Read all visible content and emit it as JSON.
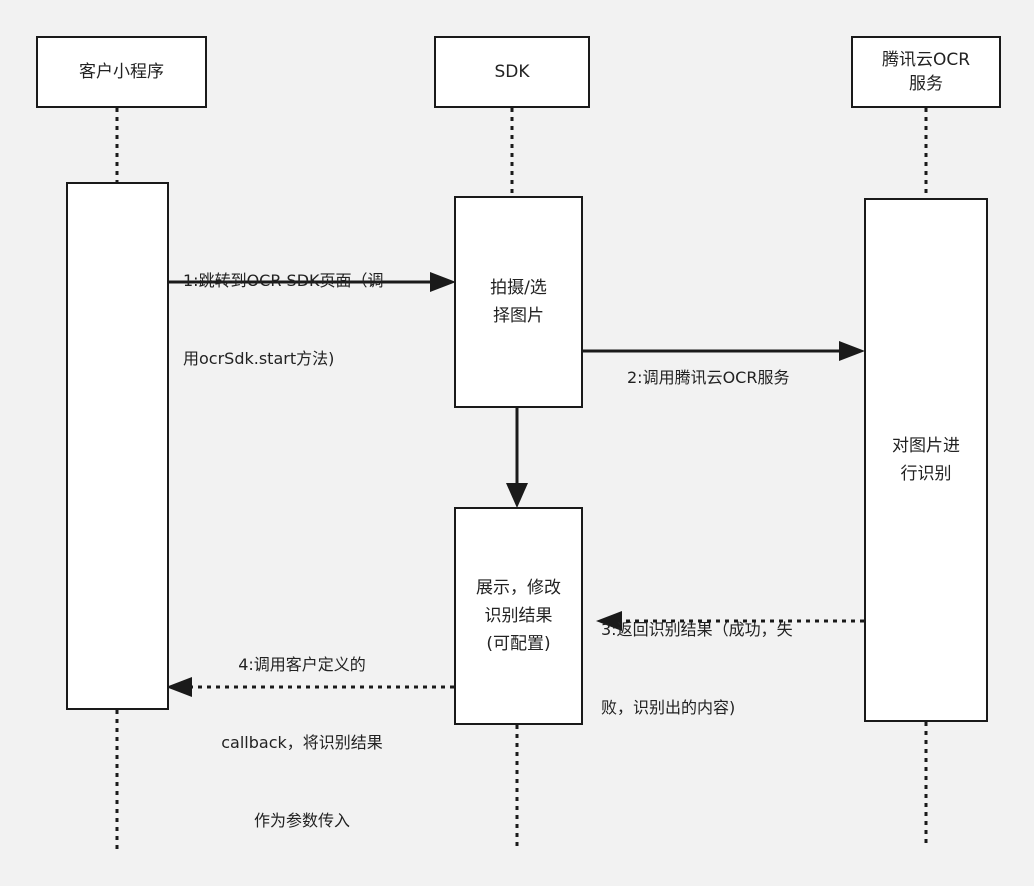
{
  "participants": {
    "client": "客户小程序",
    "sdk": "SDK",
    "ocr_service": [
      "腾讯云OCR",
      "服务"
    ]
  },
  "activations": {
    "capture": [
      "拍摄/选",
      "择图片"
    ],
    "recognize": [
      "对图片进",
      "行识别"
    ],
    "display": [
      "展示，修改",
      "识别结果",
      "(可配置)"
    ]
  },
  "messages": {
    "m1": [
      "1:跳转到OCR SDK页面（调",
      "用ocrSdk.start方法)"
    ],
    "m2": "2:调用腾讯云OCR服务",
    "m3": [
      "3:返回识别结果（成功，失",
      "败，识别出的内容)"
    ],
    "m4": [
      "4:调用客户定义的",
      "callback，将识别结果",
      "作为参数传入"
    ]
  }
}
